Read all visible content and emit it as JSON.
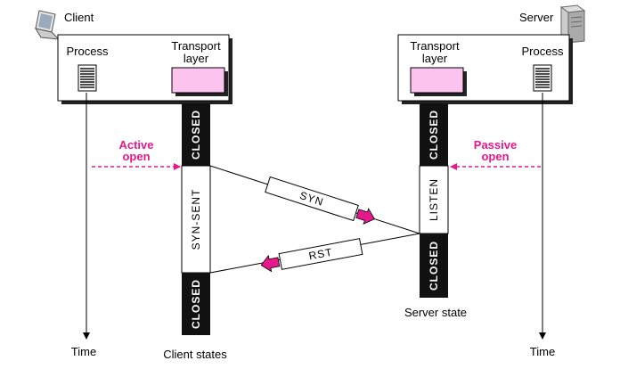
{
  "client": {
    "title": "Client",
    "process_label": "Process",
    "transport_label": [
      "Transport",
      "layer"
    ]
  },
  "server": {
    "title": "Server",
    "process_label": "Process",
    "transport_label": [
      "Transport",
      "layer"
    ]
  },
  "client_states": [
    "CLOSED",
    "SYN-SENT",
    "CLOSED"
  ],
  "server_states": [
    "CLOSED",
    "LISTEN",
    "CLOSED"
  ],
  "annotations": {
    "active_open": [
      "Active",
      "open"
    ],
    "passive_open": [
      "Passive",
      "open"
    ]
  },
  "segments": {
    "syn": "SYN",
    "rst": "RST"
  },
  "labels": {
    "time_left": "Time",
    "time_right": "Time",
    "client_states": "Client states",
    "server_state": "Server state"
  },
  "colors": {
    "accent": "#e6198c",
    "transport_fill": "#fbc3ee",
    "state_dark": "#111111"
  }
}
